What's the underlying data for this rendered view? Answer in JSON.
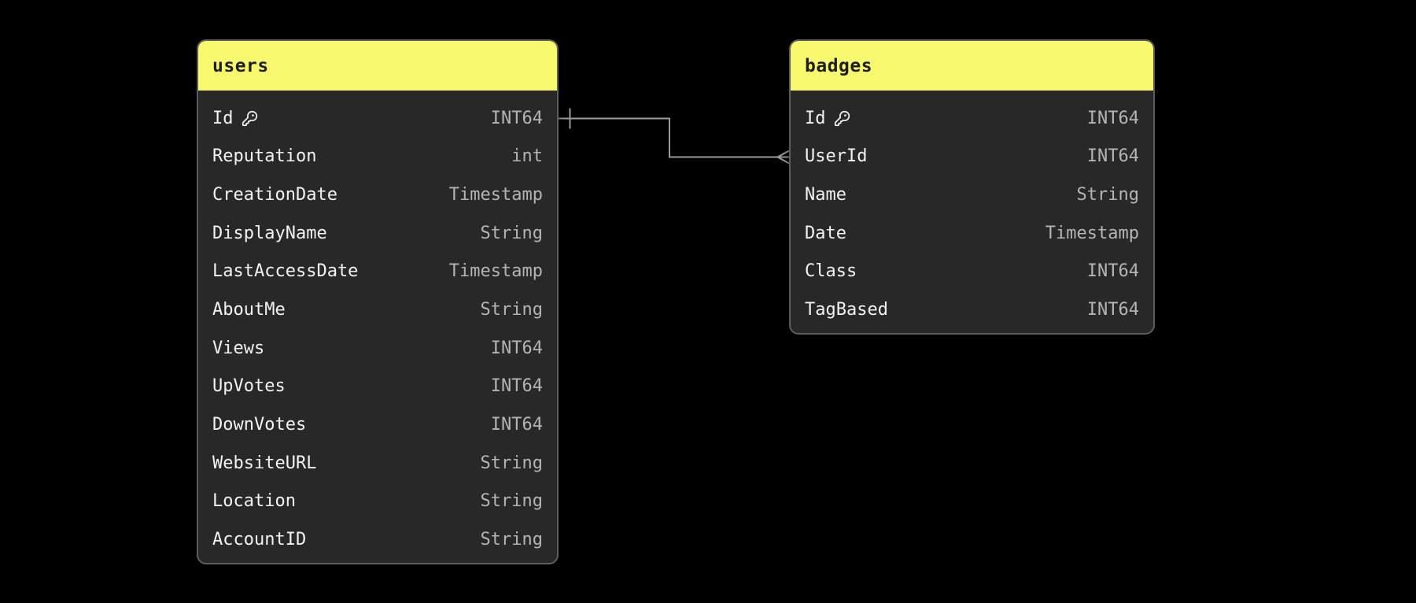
{
  "diagram": {
    "background_color": "#000000",
    "table_body_color": "#282828",
    "table_border_color": "#5d5d5d",
    "field_name_color": "#f2f2f2",
    "field_type_color": "#b4b4b4",
    "tables": [
      {
        "name": "users",
        "header_color": "#f7f86e",
        "header_text_color": "#1e1e1e",
        "fields": [
          {
            "name": "Id",
            "type": "INT64",
            "primary_key": true
          },
          {
            "name": "Reputation",
            "type": "int",
            "primary_key": false
          },
          {
            "name": "CreationDate",
            "type": "Timestamp",
            "primary_key": false
          },
          {
            "name": "DisplayName",
            "type": "String",
            "primary_key": false
          },
          {
            "name": "LastAccessDate",
            "type": "Timestamp",
            "primary_key": false
          },
          {
            "name": "AboutMe",
            "type": "String",
            "primary_key": false
          },
          {
            "name": "Views",
            "type": "INT64",
            "primary_key": false
          },
          {
            "name": "UpVotes",
            "type": "INT64",
            "primary_key": false
          },
          {
            "name": "DownVotes",
            "type": "INT64",
            "primary_key": false
          },
          {
            "name": "WebsiteURL",
            "type": "String",
            "primary_key": false
          },
          {
            "name": "Location",
            "type": "String",
            "primary_key": false
          },
          {
            "name": "AccountID",
            "type": "String",
            "primary_key": false
          }
        ]
      },
      {
        "name": "badges",
        "header_color": "#f7f86e",
        "header_text_color": "#1e1e1e",
        "fields": [
          {
            "name": "Id",
            "type": "INT64",
            "primary_key": true
          },
          {
            "name": "UserId",
            "type": "INT64",
            "primary_key": false
          },
          {
            "name": "Name",
            "type": "String",
            "primary_key": false
          },
          {
            "name": "Date",
            "type": "Timestamp",
            "primary_key": false
          },
          {
            "name": "Class",
            "type": "INT64",
            "primary_key": false
          },
          {
            "name": "TagBased",
            "type": "INT64",
            "primary_key": false
          }
        ]
      }
    ],
    "relationship": {
      "from_table": "users",
      "from_field": "Id",
      "from_cardinality": "one",
      "to_table": "badges",
      "to_field": "UserId",
      "to_cardinality": "many",
      "line_color": "#9b9b9b"
    }
  }
}
